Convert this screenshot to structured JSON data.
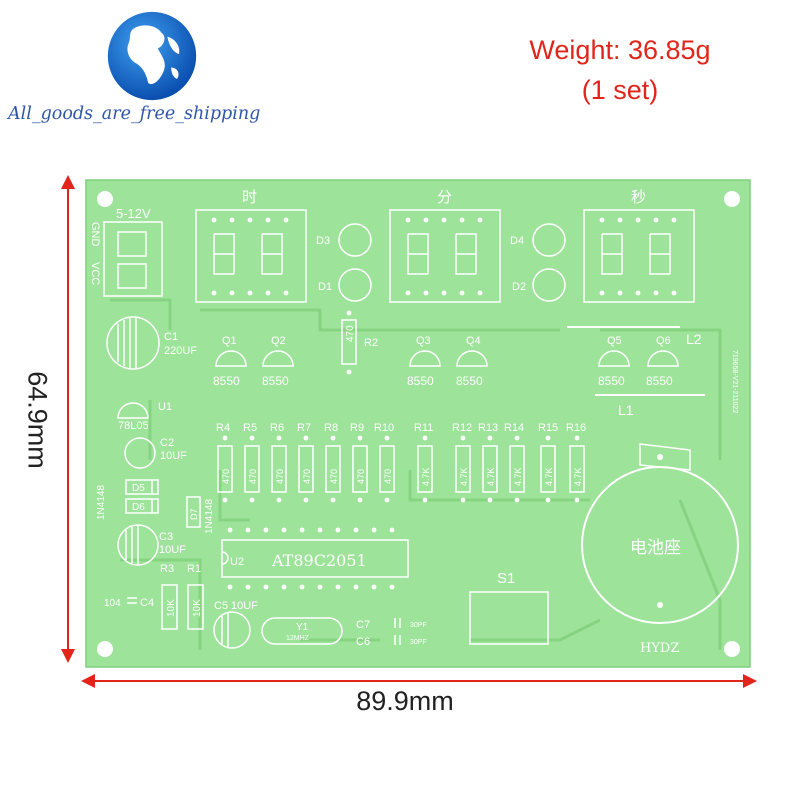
{
  "store": {
    "brand": "All_goods_are_free_shipping",
    "logo_icon": "globe-icon"
  },
  "info": {
    "weight": "Weight: 36.85g",
    "set": "(1 set)"
  },
  "dimensions": {
    "height": "64.9mm",
    "width": "89.9mm"
  },
  "board": {
    "power_label": "5-12V",
    "gnd": "GND",
    "vcc": "VCC",
    "hours": "时",
    "minutes": "分",
    "seconds": "秒",
    "leds": [
      "D3",
      "D1",
      "D4",
      "D2"
    ],
    "c1": "C1",
    "c1_val": "220UF",
    "transistors": [
      "Q1",
      "Q2",
      "Q3",
      "Q4",
      "Q5",
      "Q6"
    ],
    "transistor_type": "8550",
    "r2": "R2",
    "r2_val": "470",
    "l1": "L1",
    "l2": "L2",
    "side_code": "719658-V21-211022",
    "u1": "U1",
    "u1_val": "78L05",
    "c2": "C2",
    "c2_val": "10UF",
    "resistors": [
      "R4",
      "R5",
      "R6",
      "R7",
      "R8",
      "R9",
      "R10",
      "R11",
      "R12",
      "R13",
      "R14",
      "R15",
      "R16"
    ],
    "resistor_values": [
      "470",
      "470",
      "470",
      "470",
      "470",
      "470",
      "470",
      "4.7K",
      "4.7K",
      "4.7K",
      "4.7K",
      "4.7K",
      "4.7K"
    ],
    "diode_type": "1N4148",
    "d5": "D5",
    "d6": "D6",
    "d7": "D7",
    "c3": "C3",
    "c3_val": "10UF",
    "u2": "U2",
    "chip": "AT89C2051",
    "r3": "R3",
    "r1": "R1",
    "r_10k": "10K",
    "c4_val": "104",
    "c4": "C4",
    "c5": "C5",
    "c5_val": "10UF",
    "y1": "Y1",
    "y1_val": "12MHZ",
    "c7": "C7",
    "c6": "C6",
    "c_pf": "30PF",
    "s1": "S1",
    "battery": "电池座",
    "maker": "HYDZ"
  },
  "colors": {
    "pcb": "#9de39a",
    "silk": "#ffffff",
    "trace": "#82d07e",
    "accent": "#e1251b",
    "brand": "#2f56a8"
  }
}
